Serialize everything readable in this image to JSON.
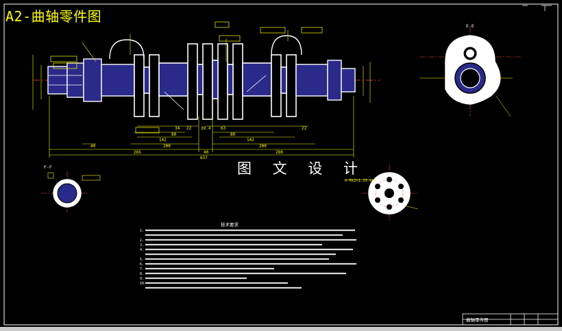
{
  "title": "A2-曲轴零件图",
  "watermark": "图 文 设 计",
  "views": {
    "section_e": "E-E",
    "section_f": "F-F",
    "hole_pattern_note": "6-M12×1.25-6H"
  },
  "dimensions": {
    "bottom_total": "637",
    "bottom_left": "265",
    "bottom_mid": "40",
    "bottom_right": "280",
    "row2_left": "40",
    "row2_mid": "200",
    "row2_right": "200",
    "row3_a": "142",
    "row3_b": "142",
    "row3_c": "80",
    "row3_d": "80",
    "row4_a": "34",
    "row4_b": "22",
    "row4_c": "39.4",
    "row4_d": "63",
    "row4_e": "22"
  },
  "notes": {
    "heading": "技术要求",
    "lines": [
      "1.",
      "2.",
      "3.",
      "4.",
      "5.",
      "6.",
      "7.",
      "8.",
      "9.",
      "10."
    ]
  },
  "title_block": {
    "part_name": "曲轴零件图"
  },
  "colors": {
    "background": "#000000",
    "outline": "#ffffff",
    "dimension": "#ffff00",
    "centerline": "#ff0000",
    "section_fill": "#2a2a8a",
    "title": "#ffff00"
  }
}
